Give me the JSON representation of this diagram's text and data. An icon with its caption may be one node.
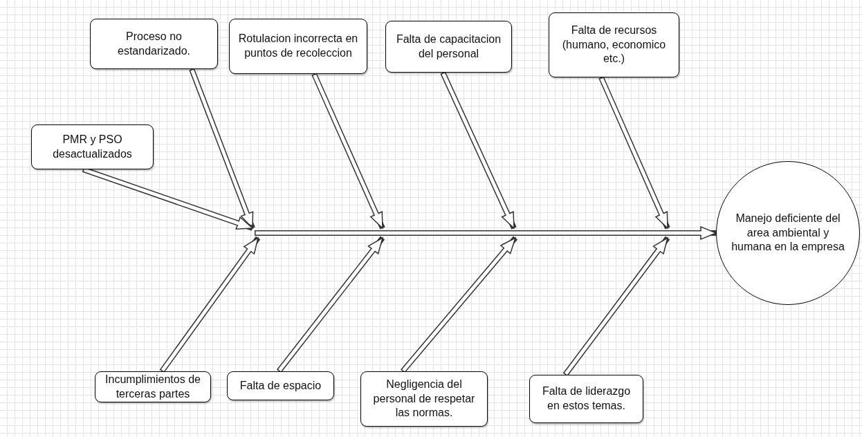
{
  "diagram": {
    "nodes": [
      {
        "text": [
          "Proceso no estandarizado."
        ]
      },
      {
        "text": [
          "Rotulacion incorrecta en puntos de recoleccion"
        ]
      },
      {
        "text": [
          "Falta de capacitacion del personal"
        ]
      },
      {
        "text": [
          "Falta de recursos (humano, economico etc.)"
        ]
      },
      {
        "text": [
          "PMR y PSO desactualizados"
        ]
      },
      {
        "text": [
          "Incumplimientos de terceras partes"
        ]
      },
      {
        "text": [
          "Falta de espacio"
        ]
      },
      {
        "text": [
          "Negligencia del personal de respetar las normas."
        ]
      },
      {
        "text": [
          "Falta de liderazgo en estos temas."
        ]
      },
      {
        "text": [
          "Manejo deficiente del area ambiental y humana en la empresa"
        ]
      }
    ],
    "edges": [
      {
        "from": 0,
        "to": null,
        "arrow": "to"
      },
      {
        "from": 1,
        "to": null,
        "arrow": "to"
      },
      {
        "from": 2,
        "to": null,
        "arrow": "to"
      },
      {
        "from": 3,
        "to": null,
        "arrow": "to"
      },
      {
        "from": 4,
        "to": null,
        "arrow": "to"
      },
      {
        "from": 5,
        "to": null,
        "arrow": "to"
      },
      {
        "from": 6,
        "to": null,
        "arrow": "to"
      },
      {
        "from": 7,
        "to": null,
        "arrow": "to"
      },
      {
        "from": 8,
        "to": null,
        "arrow": "to"
      },
      {
        "from": null,
        "to": 9,
        "arrow": "to"
      }
    ]
  }
}
